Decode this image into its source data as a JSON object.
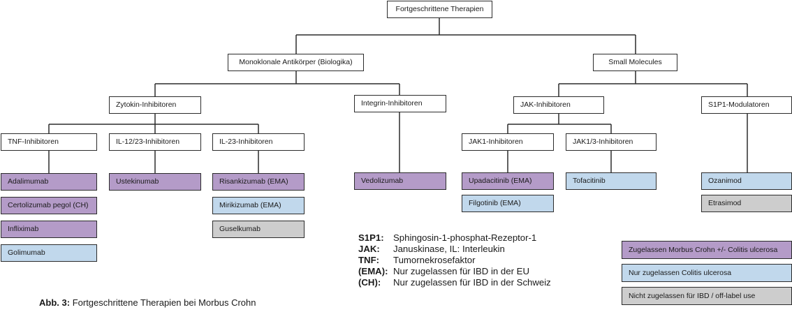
{
  "diagram": {
    "root": "Fortgeschrittene Therapien",
    "level1": {
      "biologika": "Monoklonale Antikörper (Biologika)",
      "small_molecules": "Small Molecules"
    },
    "level2": {
      "zytokin": "Zytokin-Inhibitoren",
      "integrin": "Integrin-Inhibitoren",
      "jak": "JAK-Inhibitoren",
      "s1p1": "S1P1-Modulatoren"
    },
    "level3": {
      "tnf": "TNF-Inhibitoren",
      "il1223": "IL-12/23-Inhibitoren",
      "il23": "IL-23-Inhibitoren",
      "jak1": "JAK1-Inhibitoren",
      "jak13": "JAK1/3-Inhibitoren"
    },
    "drugs": {
      "adalimumab": "Adalimumab",
      "certolizumab": "Certolizumab pegol (CH)",
      "infliximab": "Infliximab",
      "golimumab": "Golimumab",
      "ustekinumab": "Ustekinumab",
      "risankizumab": "Risankizumab (EMA)",
      "mirikizumab": "Mirikizumab (EMA)",
      "guselkumab": "Guselkumab",
      "vedolizumab": "Vedolizumab",
      "upadacitinib": "Upadacitinib (EMA)",
      "filgotinib": "Filgotinib (EMA)",
      "tofacitinib": "Tofacitinib",
      "ozanimod": "Ozanimod",
      "etrasimod": "Etrasimod"
    }
  },
  "abbreviations": [
    {
      "abbr": "S1P1:",
      "text": "Sphingosin-1-phosphat-Rezeptor-1"
    },
    {
      "abbr": "JAK:",
      "text": "Januskinase, IL: Interleukin"
    },
    {
      "abbr": "TNF:",
      "text": "Tumornekrosefaktor"
    },
    {
      "abbr": "(EMA):",
      "text": "Nur zugelassen für IBD in der EU"
    },
    {
      "abbr": "(CH):",
      "text": "Nur zugelassen für IBD in der Schweiz"
    }
  ],
  "legend": {
    "purple": "Zugelassen Morbus Crohn +/- Colitis ulcerosa",
    "blue": "Nur zugelassen Colitis ulcerosa",
    "grey": "Nicht zugelassen für IBD / off-label use"
  },
  "caption": {
    "label": "Abb. 3:",
    "text": "Fortgeschrittene Therapien bei Morbus Crohn"
  },
  "colors": {
    "purple": "#b49bc8",
    "blue": "#c1d8ec",
    "grey": "#cdcdcd",
    "line": "#2b2b2b"
  }
}
